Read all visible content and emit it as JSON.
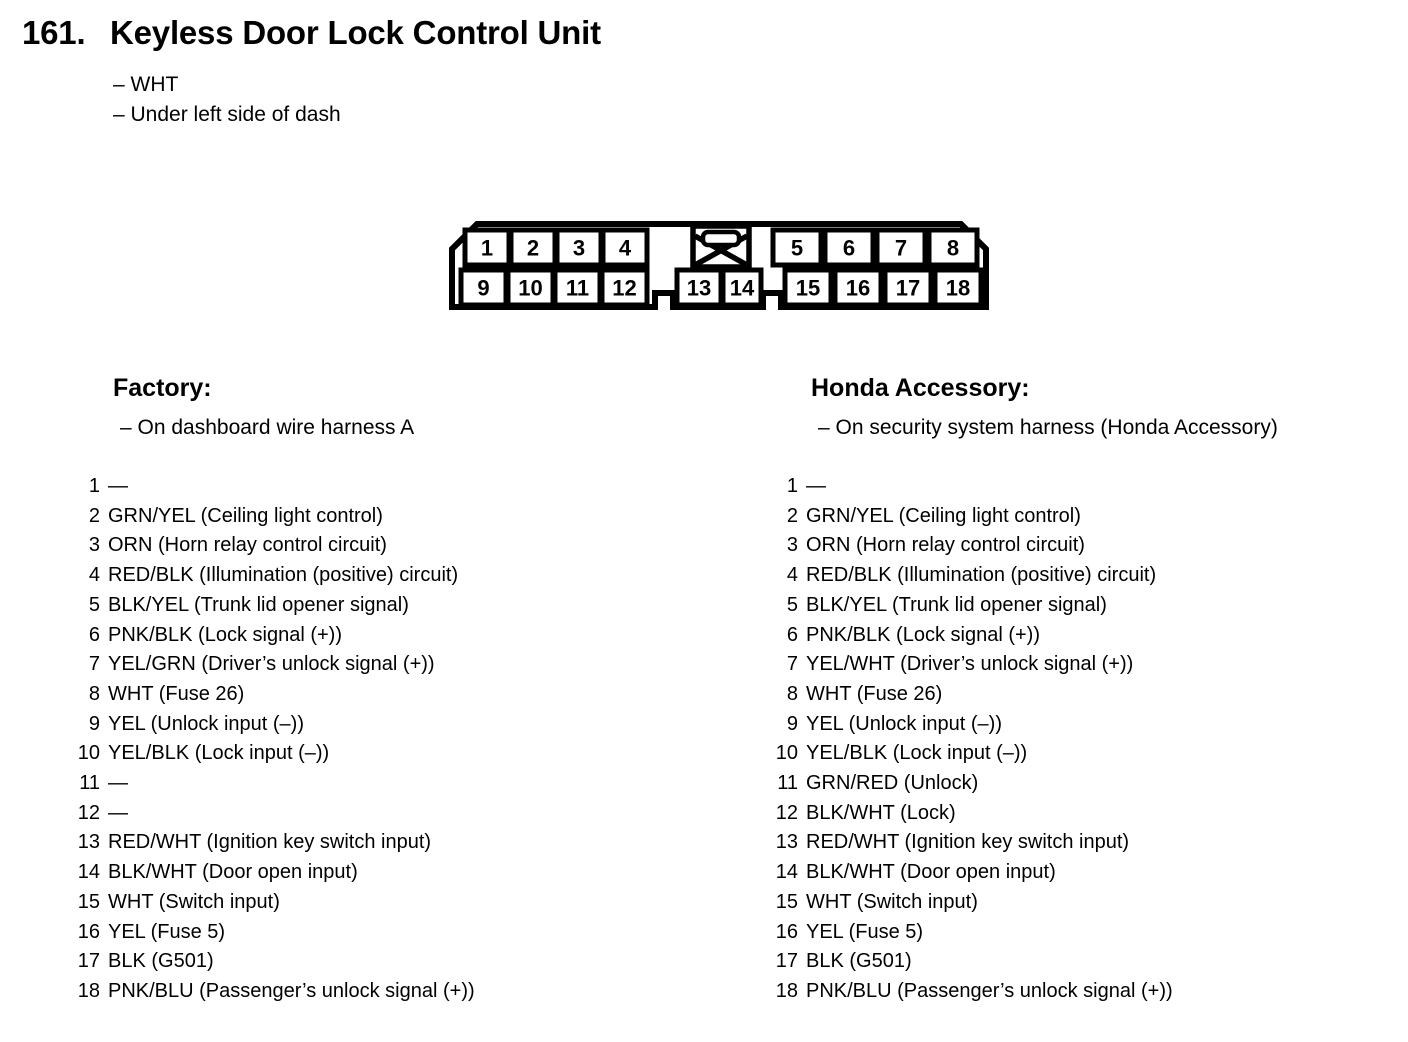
{
  "page": {
    "number": "161.",
    "title": "Keyless Door Lock Control Unit",
    "notes": [
      "– WHT",
      "– Under left side of dash"
    ]
  },
  "connector": {
    "top_left_pins": [
      "1",
      "2",
      "3",
      "4"
    ],
    "top_right_pins": [
      "5",
      "6",
      "7",
      "8"
    ],
    "bottom_left_pins": [
      "9",
      "10",
      "11",
      "12"
    ],
    "bottom_center_pins": [
      "13",
      "14"
    ],
    "bottom_right_pins": [
      "15",
      "16",
      "17",
      "18"
    ]
  },
  "columns": [
    {
      "title": "Factory:",
      "note": "– On dashboard wire harness A",
      "pins": [
        {
          "num": "1",
          "desc": "—"
        },
        {
          "num": "2",
          "desc": "GRN/YEL (Ceiling light control)"
        },
        {
          "num": "3",
          "desc": "ORN (Horn relay control circuit)"
        },
        {
          "num": "4",
          "desc": "RED/BLK (Illumination (positive) circuit)"
        },
        {
          "num": "5",
          "desc": "BLK/YEL (Trunk lid opener signal)"
        },
        {
          "num": "6",
          "desc": "PNK/BLK (Lock signal (+))"
        },
        {
          "num": "7",
          "desc": "YEL/GRN (Driver’s unlock signal (+))"
        },
        {
          "num": "8",
          "desc": "WHT (Fuse 26)"
        },
        {
          "num": "9",
          "desc": "YEL (Unlock input (–))"
        },
        {
          "num": "10",
          "desc": "YEL/BLK (Lock input (–))"
        },
        {
          "num": "11",
          "desc": "—"
        },
        {
          "num": "12",
          "desc": "—"
        },
        {
          "num": "13",
          "desc": "RED/WHT (Ignition key switch input)"
        },
        {
          "num": "14",
          "desc": "BLK/WHT (Door open input)"
        },
        {
          "num": "15",
          "desc": "WHT (Switch input)"
        },
        {
          "num": "16",
          "desc": "YEL (Fuse 5)"
        },
        {
          "num": "17",
          "desc": "BLK (G501)"
        },
        {
          "num": "18",
          "desc": "PNK/BLU (Passenger’s unlock signal (+))"
        }
      ]
    },
    {
      "title": "Honda Accessory:",
      "note": "– On security system harness (Honda Accessory)",
      "pins": [
        {
          "num": "1",
          "desc": "—"
        },
        {
          "num": "2",
          "desc": "GRN/YEL (Ceiling light control)"
        },
        {
          "num": "3",
          "desc": "ORN (Horn relay control circuit)"
        },
        {
          "num": "4",
          "desc": "RED/BLK (Illumination (positive) circuit)"
        },
        {
          "num": "5",
          "desc": "BLK/YEL (Trunk lid opener signal)"
        },
        {
          "num": "6",
          "desc": "PNK/BLK (Lock signal (+))"
        },
        {
          "num": "7",
          "desc": "YEL/WHT (Driver’s unlock signal (+))"
        },
        {
          "num": "8",
          "desc": "WHT (Fuse 26)"
        },
        {
          "num": "9",
          "desc": "YEL (Unlock input (–))"
        },
        {
          "num": "10",
          "desc": "YEL/BLK (Lock input (–))"
        },
        {
          "num": "11",
          "desc": "GRN/RED (Unlock)"
        },
        {
          "num": "12",
          "desc": "BLK/WHT (Lock)"
        },
        {
          "num": "13",
          "desc": "RED/WHT (Ignition key switch input)"
        },
        {
          "num": "14",
          "desc": "BLK/WHT (Door open input)"
        },
        {
          "num": "15",
          "desc": "WHT (Switch input)"
        },
        {
          "num": "16",
          "desc": "YEL (Fuse 5)"
        },
        {
          "num": "17",
          "desc": "BLK (G501)"
        },
        {
          "num": "18",
          "desc": "PNK/BLU (Passenger’s unlock signal (+))"
        }
      ]
    }
  ],
  "colors": {
    "text": "#000000",
    "background": "#ffffff"
  }
}
